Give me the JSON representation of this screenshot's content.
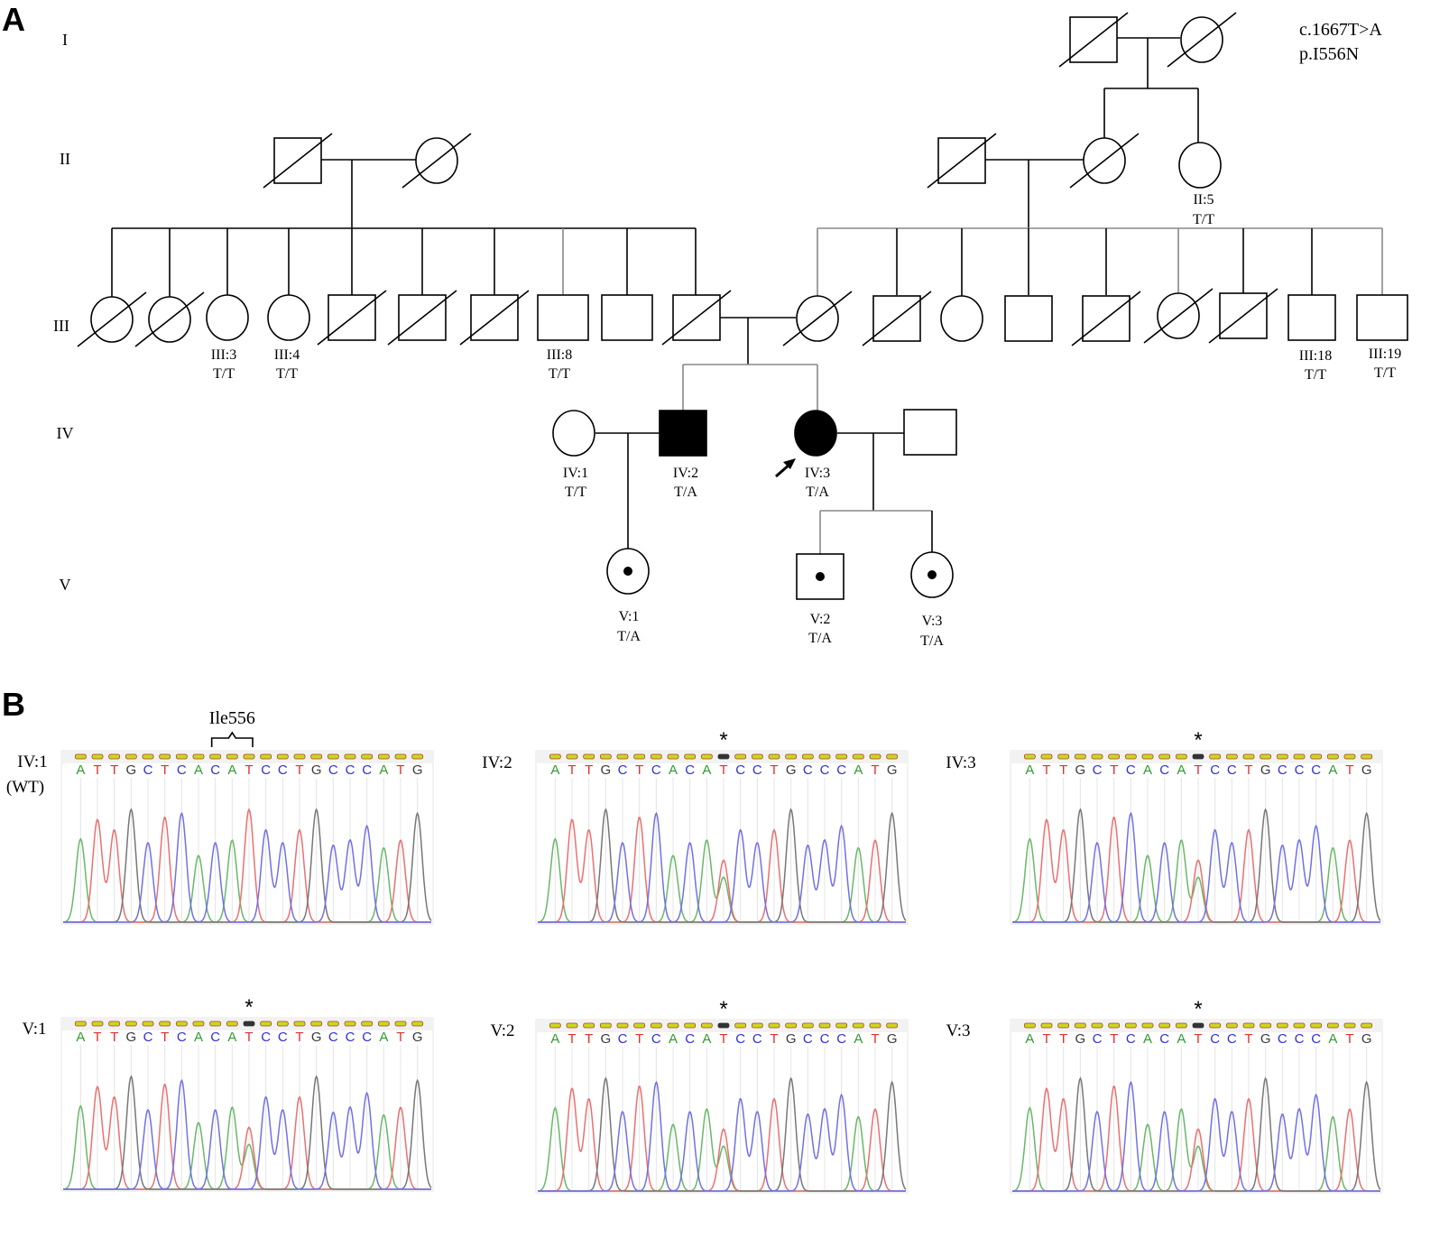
{
  "panel_a": {
    "label": "A",
    "variant": [
      "c.1667T>A",
      "p.I556N"
    ],
    "generations": [
      "I",
      "II",
      "III",
      "IV",
      "V"
    ],
    "individuals": [
      {
        "id": "I-m",
        "sex": "male",
        "status": "deceased"
      },
      {
        "id": "I-f",
        "sex": "female",
        "status": "deceased"
      },
      {
        "id": "II-lm",
        "sex": "male",
        "status": "deceased"
      },
      {
        "id": "II-lf",
        "sex": "female",
        "status": "deceased"
      },
      {
        "id": "II-rm",
        "sex": "male",
        "status": "deceased"
      },
      {
        "id": "II-rf",
        "sex": "female",
        "status": "deceased"
      },
      {
        "id": "II:5",
        "sex": "female",
        "status": "unaffected",
        "label": "II:5",
        "genotype": "T/T"
      },
      {
        "id": "III-1",
        "sex": "female",
        "status": "deceased"
      },
      {
        "id": "III-2",
        "sex": "female",
        "status": "deceased"
      },
      {
        "id": "III:3",
        "sex": "female",
        "status": "unaffected",
        "label": "III:3",
        "genotype": "T/T"
      },
      {
        "id": "III:4",
        "sex": "female",
        "status": "unaffected",
        "label": "III:4",
        "genotype": "T/T"
      },
      {
        "id": "III-5",
        "sex": "male",
        "status": "deceased"
      },
      {
        "id": "III-6",
        "sex": "male",
        "status": "deceased"
      },
      {
        "id": "III-7",
        "sex": "male",
        "status": "deceased"
      },
      {
        "id": "III:8",
        "sex": "male",
        "status": "unaffected",
        "label": "III:8",
        "genotype": "T/T"
      },
      {
        "id": "III-9",
        "sex": "male",
        "status": "unaffected"
      },
      {
        "id": "III-10",
        "sex": "male",
        "status": "deceased"
      },
      {
        "id": "III-11",
        "sex": "female",
        "status": "deceased"
      },
      {
        "id": "III-12",
        "sex": "male",
        "status": "deceased"
      },
      {
        "id": "III-13",
        "sex": "female",
        "status": "unaffected"
      },
      {
        "id": "III-14",
        "sex": "male",
        "status": "unaffected"
      },
      {
        "id": "III-15",
        "sex": "male",
        "status": "deceased"
      },
      {
        "id": "III-16",
        "sex": "female",
        "status": "deceased"
      },
      {
        "id": "III-17",
        "sex": "male",
        "status": "deceased"
      },
      {
        "id": "III:18",
        "sex": "male",
        "status": "unaffected",
        "label": "III:18",
        "genotype": "T/T"
      },
      {
        "id": "III:19",
        "sex": "male",
        "status": "unaffected",
        "label": "III:19",
        "genotype": "T/T"
      },
      {
        "id": "IV:1",
        "sex": "female",
        "status": "unaffected",
        "label": "IV:1",
        "genotype": "T/T"
      },
      {
        "id": "IV:2",
        "sex": "male",
        "status": "affected",
        "label": "IV:2",
        "genotype": "T/A"
      },
      {
        "id": "IV:3",
        "sex": "female",
        "status": "affected",
        "proband": true,
        "label": "IV:3",
        "genotype": "T/A"
      },
      {
        "id": "IV-spouse",
        "sex": "male",
        "status": "unaffected"
      },
      {
        "id": "V:1",
        "sex": "female",
        "status": "carrier",
        "label": "V:1",
        "genotype": "T/A"
      },
      {
        "id": "V:2",
        "sex": "male",
        "status": "carrier",
        "label": "V:2",
        "genotype": "T/A"
      },
      {
        "id": "V:3",
        "sex": "female",
        "status": "carrier",
        "label": "V:3",
        "genotype": "T/A"
      }
    ]
  },
  "panel_b": {
    "label": "B",
    "codon_label": "Ile556",
    "mutation_marker": "*",
    "sequence": "ATTGCTCACATCCTGCCCATG",
    "base_colors": {
      "A": "#2e9b2e",
      "T": "#e0302e",
      "G": "#3a3a3a",
      "C": "#3030d8"
    },
    "traces": [
      {
        "label": "IV:1",
        "sublabel": "(WT)",
        "genotype": "wild-type",
        "marked": false
      },
      {
        "label": "IV:2",
        "genotype": "heterozygous",
        "marked": true
      },
      {
        "label": "IV:3",
        "genotype": "heterozygous",
        "marked": true
      },
      {
        "label": "V:1",
        "genotype": "heterozygous",
        "marked": true
      },
      {
        "label": "V:2",
        "genotype": "heterozygous",
        "marked": true
      },
      {
        "label": "V:3",
        "genotype": "heterozygous",
        "marked": true
      }
    ]
  }
}
